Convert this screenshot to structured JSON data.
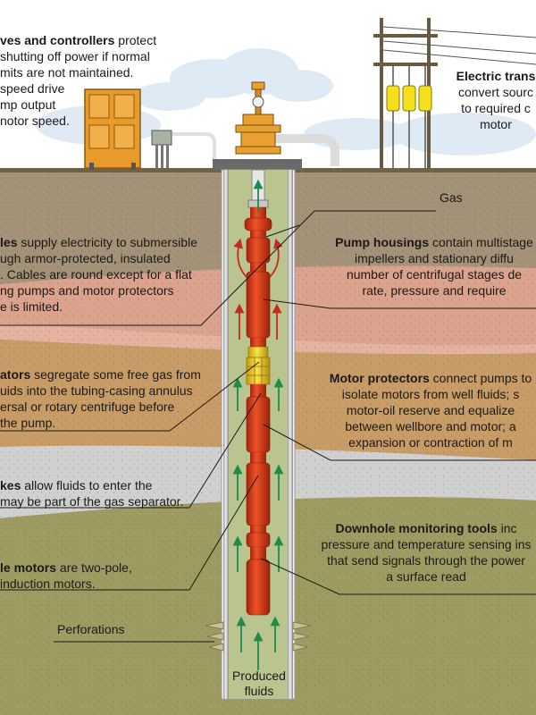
{
  "callouts": {
    "controllers": {
      "title": "ves and controllers",
      "title_tail": " protect",
      "lines": [
        "shutting off power if normal",
        "mits are not maintained.",
        "speed drive",
        "mp output",
        "notor speed."
      ]
    },
    "transformer": {
      "title": "Electric trans",
      "lines": [
        "convert sourc",
        "to required c",
        "motor"
      ]
    },
    "gas": {
      "text": "Gas"
    },
    "cables": {
      "title": "les",
      "title_tail": " supply electricity to submersible",
      "lines": [
        "ugh armor-protected, insulated",
        ". Cables are round except for a flat",
        "ng pumps and motor protectors",
        "e is limited."
      ]
    },
    "pump_housings": {
      "title": "Pump housings",
      "title_tail": " contain multistage",
      "lines": [
        "impellers and stationary diffu",
        "number of centrifugal stages de",
        "rate, pressure and require"
      ]
    },
    "separators": {
      "title": "ators",
      "title_tail": " segregate some free gas from",
      "lines": [
        "uids into the tubing-casing annulus",
        "ersal or rotary centrifuge before",
        "the pump."
      ]
    },
    "motor_protectors": {
      "title": "Motor protectors",
      "title_tail": " connect pumps to",
      "lines": [
        "isolate motors from well fluids; s",
        "motor-oil reserve and equalize",
        "between wellbore and motor; a",
        "expansion or contraction of m"
      ]
    },
    "intakes": {
      "title": "kes",
      "title_tail": " allow fluids to enter the",
      "lines": [
        "may be part of the gas separator."
      ]
    },
    "monitoring": {
      "title": "Downhole monitoring tools",
      "title_tail": " inc",
      "lines": [
        "pressure and temperature sensing ins",
        "that send signals through the power",
        "a surface read"
      ]
    },
    "motors": {
      "title": "le motors",
      "title_tail": " are two-pole,",
      "lines": [
        " induction motors."
      ]
    },
    "perforations": {
      "text": "Perforations"
    },
    "produced": {
      "lines": [
        "Produced",
        "fluids"
      ]
    }
  },
  "colors": {
    "sky": "#ffffff",
    "cloud": "#cfe0ef",
    "ground_surface": "#7d6f56",
    "soil_top": "#a39278",
    "pink_layer": "#e3a896",
    "tan_layer": "#c89c66",
    "gray_layer": "#cfcfcf",
    "green_layer": "#9c9a62",
    "fluid": "#b5c28d",
    "pump_red": "#d83a17",
    "pump_dark": "#a3260c",
    "controller": "#e89a2a",
    "wellhead": "#e8a030",
    "insulator": "#f4df1c",
    "arrow_red": "#c8281e",
    "arrow_green": "#1f8a4a"
  }
}
